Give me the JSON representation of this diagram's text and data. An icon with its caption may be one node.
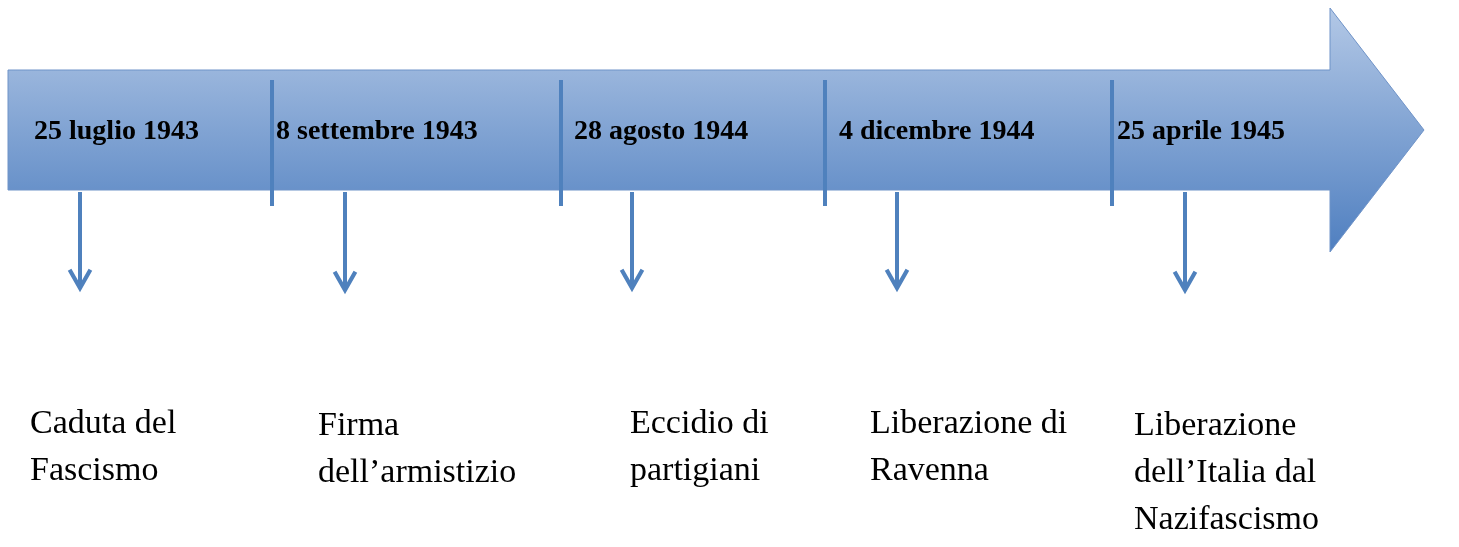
{
  "diagram": {
    "nodes": [
      {
        "text": [],
        "shape": "arrow"
      },
      {
        "text": [
          "25 luglio 1943"
        ],
        "in": 0
      },
      {
        "text": [
          "8 settembre 1943"
        ],
        "in": 0
      },
      {
        "text": [
          "28 agosto 1944"
        ],
        "in": 0
      },
      {
        "text": [
          "4 dicembre 1944"
        ],
        "in": 0
      },
      {
        "text": [
          "25 aprile 1945"
        ],
        "in": 0
      },
      {
        "text": [
          "Caduta del Fascismo"
        ]
      },
      {
        "text": [
          "Firma dell’armistizio"
        ]
      },
      {
        "text": [
          "Eccidio di partigiani"
        ]
      },
      {
        "text": [
          "Liberazione di Ravenna"
        ]
      },
      {
        "text": [
          "Liberazione dell’Italia dal Nazifascismo"
        ]
      }
    ],
    "edges": [
      {
        "from": 1,
        "to": 6,
        "arrow": "to"
      },
      {
        "from": 2,
        "to": 7,
        "arrow": "to"
      },
      {
        "from": 3,
        "to": 8,
        "arrow": "to"
      },
      {
        "from": 4,
        "to": 9,
        "arrow": "to"
      },
      {
        "from": 5,
        "to": 10,
        "arrow": "to"
      }
    ]
  }
}
